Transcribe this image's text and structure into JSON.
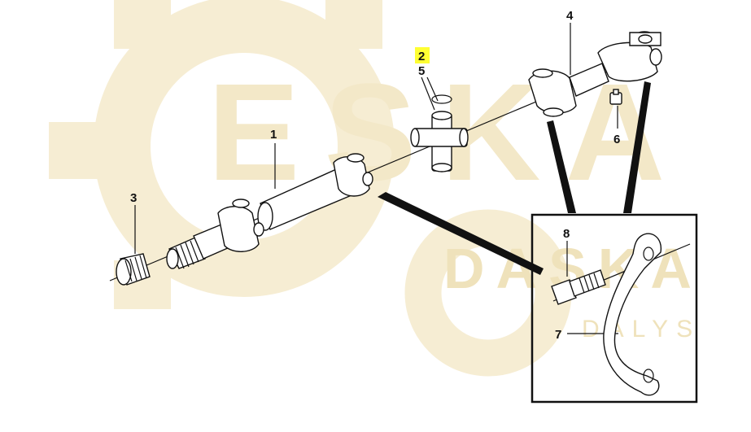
{
  "watermark": {
    "brand_main": "ESKA",
    "brand_small": "DASKA",
    "brand_sub": "DALYS",
    "color": "#f1e6c6"
  },
  "highlight_color": "#ffff33",
  "callouts": {
    "c1": "1",
    "c2": "2",
    "c3": "3",
    "c4": "4",
    "c5": "5",
    "c6": "6",
    "c7": "7",
    "c8": "8"
  }
}
